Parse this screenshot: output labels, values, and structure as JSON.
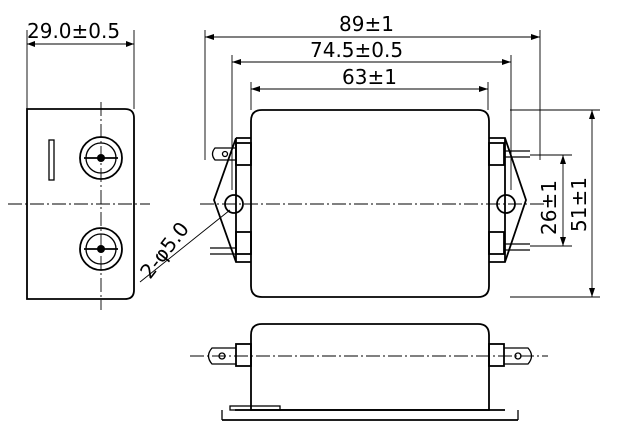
{
  "dimensions": {
    "side_width": "29.0±0.5",
    "overall_length": "89±1",
    "hole_spacing": "74.5±0.5",
    "body_length": "63±1",
    "hole_dia": "2-φ5.0",
    "inner_height": "26±1",
    "overall_height": "51±1"
  }
}
